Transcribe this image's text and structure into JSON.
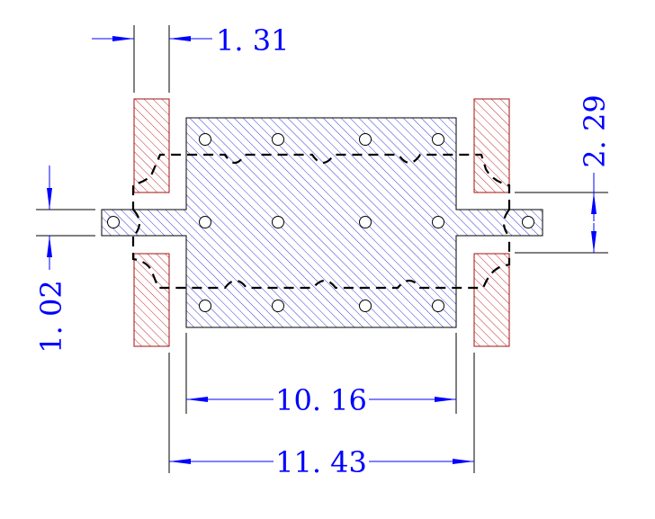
{
  "colors": {
    "background": "#ffffff",
    "dimension_blue": "#0000ff",
    "outline": "#000000",
    "body_hatch": "#3a3ad8",
    "pad_hatch": "#c43030",
    "pad_outline": "#a01010"
  },
  "dimensions": {
    "lead_width": "1. 31",
    "body_width": "10. 16",
    "overall_width": "11. 43",
    "tab_height": "1. 02",
    "pad_gap": "2. 29"
  },
  "drawing": {
    "hole_count": 14,
    "pad_count": 4,
    "outline_style": "dashed"
  }
}
